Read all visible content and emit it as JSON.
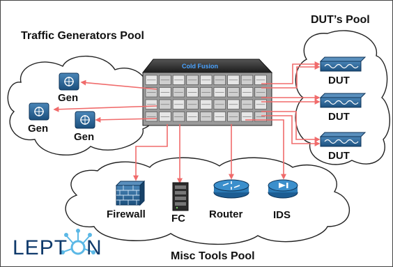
{
  "pools": {
    "traffic_generators": "Traffic Generators Pool",
    "duts": "DUT’s Pool",
    "misc_tools": "Misc Tools Pool"
  },
  "chassis": {
    "brand": "Cold Fusion"
  },
  "generators": [
    "Gen",
    "Gen",
    "Gen"
  ],
  "duts": [
    "DUT",
    "DUT",
    "DUT"
  ],
  "tools": {
    "firewall": "Firewall",
    "fc": "FC",
    "router": "Router",
    "ids": "IDS"
  },
  "logo": {
    "prefix": "LEPT",
    "suffix": "N"
  },
  "colors": {
    "link": "#f06b6b",
    "device_blue": "#1f5d8e",
    "router_blue": "#2c7bb6",
    "chassis_dark": "#2b2b2b",
    "logo_accent": "#5bb8e6"
  }
}
